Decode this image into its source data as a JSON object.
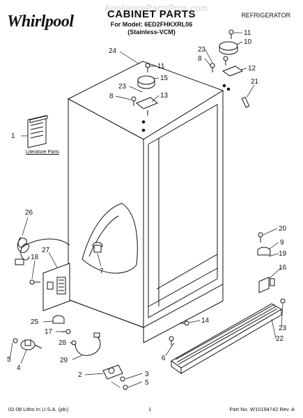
{
  "brand": "Whirlpool",
  "watermark": "AppliancePartsPros.com",
  "header": {
    "title": "CABINET PARTS",
    "model_line": "For Model: 6ED2FHKXRL06",
    "variant_line": "(Stainless-VCM)",
    "category": "REFRIGERATOR"
  },
  "literature_label": "Literature Parts",
  "callouts": [
    "1",
    "2",
    "3",
    "4",
    "5",
    "5",
    "6",
    "7",
    "8",
    "8",
    "9",
    "10",
    "11",
    "11",
    "12",
    "13",
    "14",
    "15",
    "16",
    "17",
    "18",
    "19",
    "20",
    "21",
    "22",
    "23",
    "23",
    "23",
    "24",
    "25",
    "26",
    "27",
    "28",
    "29"
  ],
  "footer": {
    "left": "02-08 Litho In U.S.A. (jdc)",
    "page": "1",
    "part_number": "Part No. W10194742 Rev. A"
  }
}
